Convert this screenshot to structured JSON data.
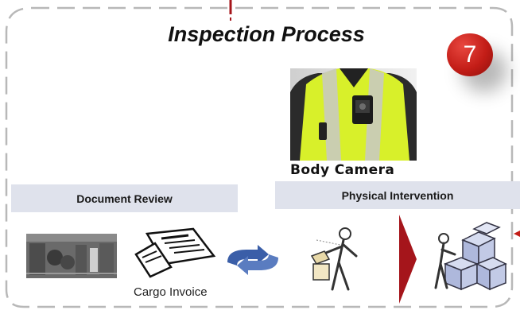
{
  "title": "Inspection Process",
  "step_badge": "7",
  "body_camera": {
    "caption": "Body Camera"
  },
  "sections": {
    "document_review": "Document Review",
    "physical_intervention": "Physical Intervention"
  },
  "items": {
    "cargo_invoice_label": "Cargo Invoice"
  },
  "colors": {
    "frame_dash": "#b8b8b8",
    "header_bg": "#dfe2ec",
    "badge_red": "#c31d17",
    "cycle_blue": "#3a5ea8",
    "chevron_red": "#a5151b"
  },
  "icons": [
    "xray-image",
    "invoice-icon",
    "cycle-arrows-icon",
    "inspector-opening-box-icon",
    "chevron-right-icon",
    "inspector-with-boxes-icon"
  ]
}
